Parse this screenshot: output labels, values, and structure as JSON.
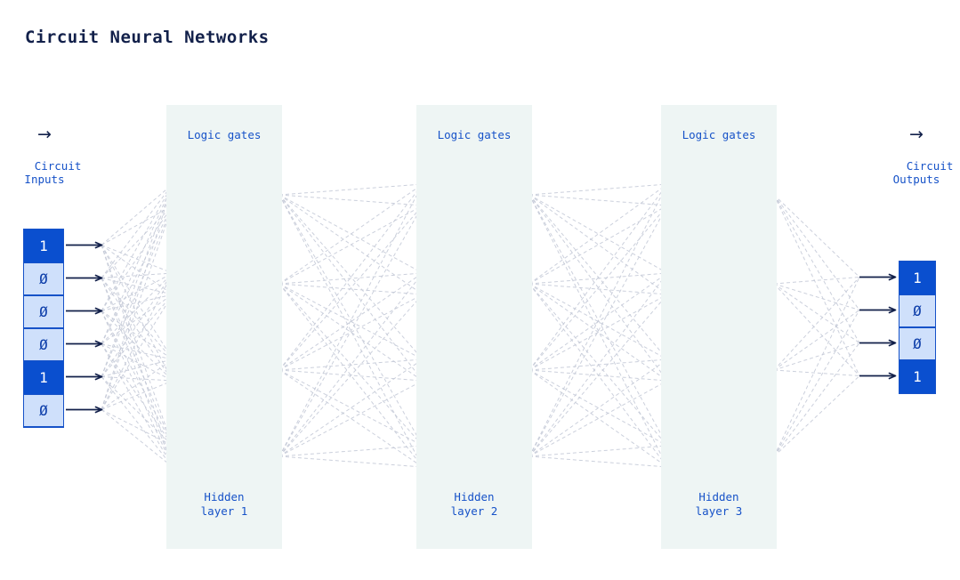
{
  "title": "Circuit Neural Networks",
  "colors": {
    "accent": "#1652c8",
    "bit_on_bg": "#0a4fcf",
    "bit_off_bg": "#cfe0fb",
    "panel_bg": "#eef5f4",
    "gate_fill": "#cfe0fb",
    "gate_stroke": "#1652c8",
    "wire": "#12204a",
    "mesh": "#c3c8d6",
    "title_color": "#12204a"
  },
  "inputs": {
    "arrow_icon": "→",
    "label": "Circuit\nInputs",
    "bits": [
      "1",
      "0",
      "0",
      "0",
      "1",
      "0"
    ]
  },
  "outputs": {
    "arrow_icon": "→",
    "label": "Circuit\nOutputs",
    "bits": [
      "1",
      "0",
      "0",
      "1"
    ]
  },
  "layers": [
    {
      "title": "Logic gates",
      "footer": "Hidden\nlayer 1",
      "gate_count": 4,
      "gate_type": "NAND"
    },
    {
      "title": "Logic gates",
      "footer": "Hidden\nlayer 2",
      "gate_count": 4,
      "gate_type": "NAND"
    },
    {
      "title": "Logic gates",
      "footer": "Hidden\nlayer 3",
      "gate_count": 4,
      "gate_type": "NAND"
    }
  ],
  "diagram": {
    "type": "neural-network-circuit",
    "input_count": 6,
    "hidden_layers": 3,
    "gates_per_layer": 4,
    "inputs_per_gate": 2,
    "output_count": 4,
    "connectivity": "fully-connected-dashed"
  }
}
